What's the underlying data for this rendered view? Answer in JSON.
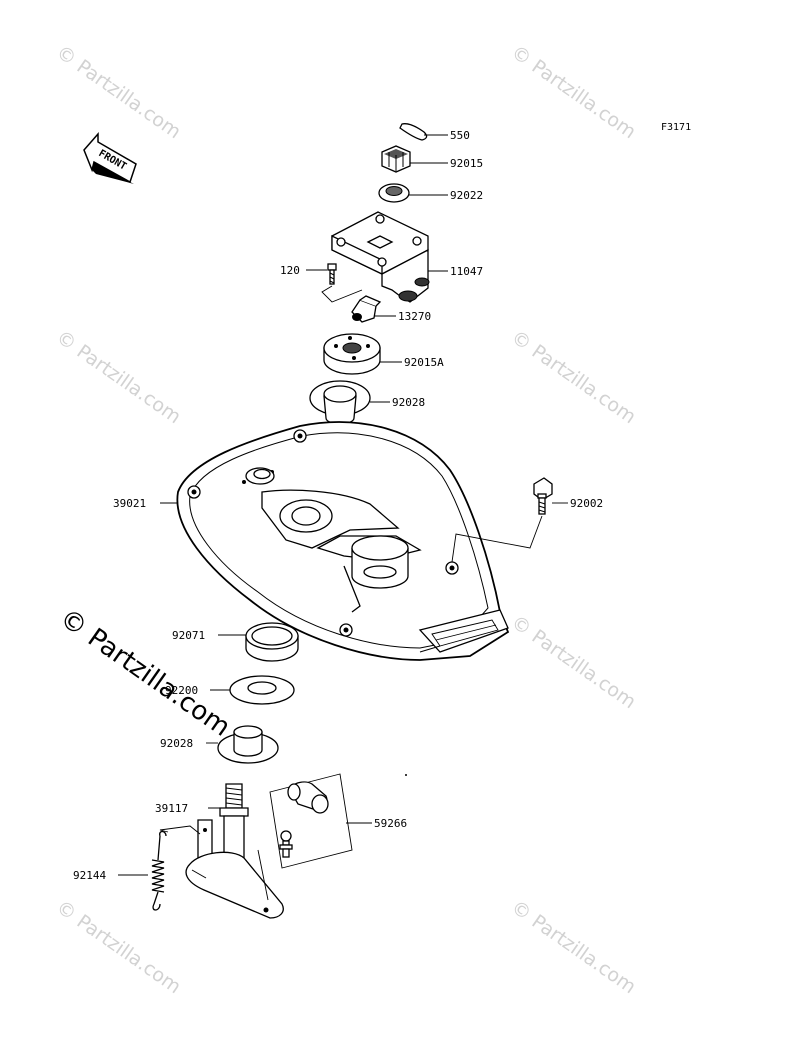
{
  "diagram": {
    "figure_code": "F3171",
    "front_label": "FRONT",
    "watermark_small": "© Partzilla.com",
    "watermark_large": "© Partzilla.com",
    "parts": [
      {
        "id": "550"
      },
      {
        "id": "92015"
      },
      {
        "id": "92022"
      },
      {
        "id": "120"
      },
      {
        "id": "11047"
      },
      {
        "id": "13270"
      },
      {
        "id": "92015A"
      },
      {
        "id": "92028"
      },
      {
        "id": "39021"
      },
      {
        "id": "92002"
      },
      {
        "id": "92071"
      },
      {
        "id": "92200"
      },
      {
        "id": "92028"
      },
      {
        "id": "39117"
      },
      {
        "id": "59266"
      },
      {
        "id": "92144"
      }
    ]
  }
}
